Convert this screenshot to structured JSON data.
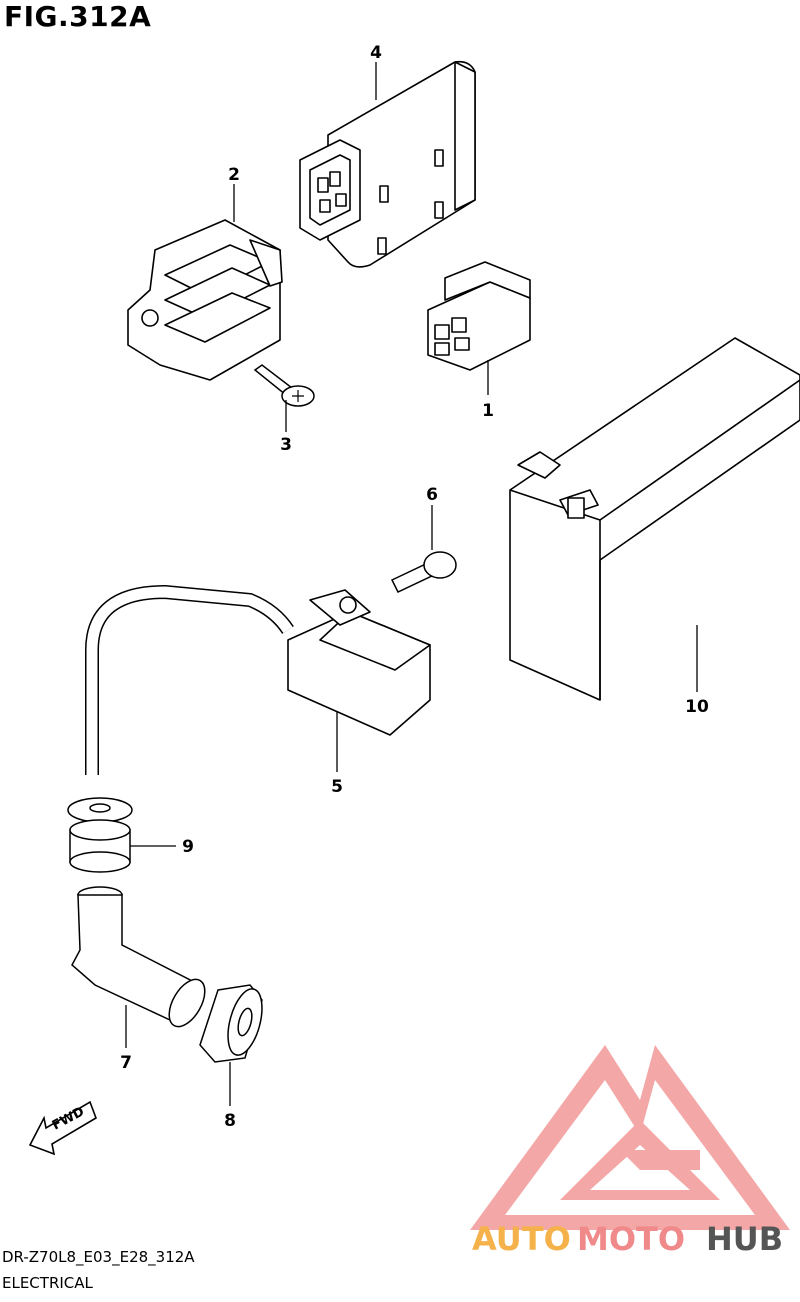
{
  "figure_title": "FIG.312A",
  "model_code": "DR-Z70L8_E03_E28_312A",
  "caption": "ELECTRICAL",
  "callouts": [
    "1",
    "2",
    "3",
    "4",
    "5",
    "6",
    "7",
    "8",
    "9",
    "10"
  ],
  "direction_arrow": "FWD",
  "watermark": {
    "part1": "AUTO",
    "part2": "MOTO",
    "part3": "HUB",
    "color1": "#f5b14a",
    "color2": "#f08a8a",
    "color3": "#555555",
    "logo_color": "#f08a8a"
  }
}
